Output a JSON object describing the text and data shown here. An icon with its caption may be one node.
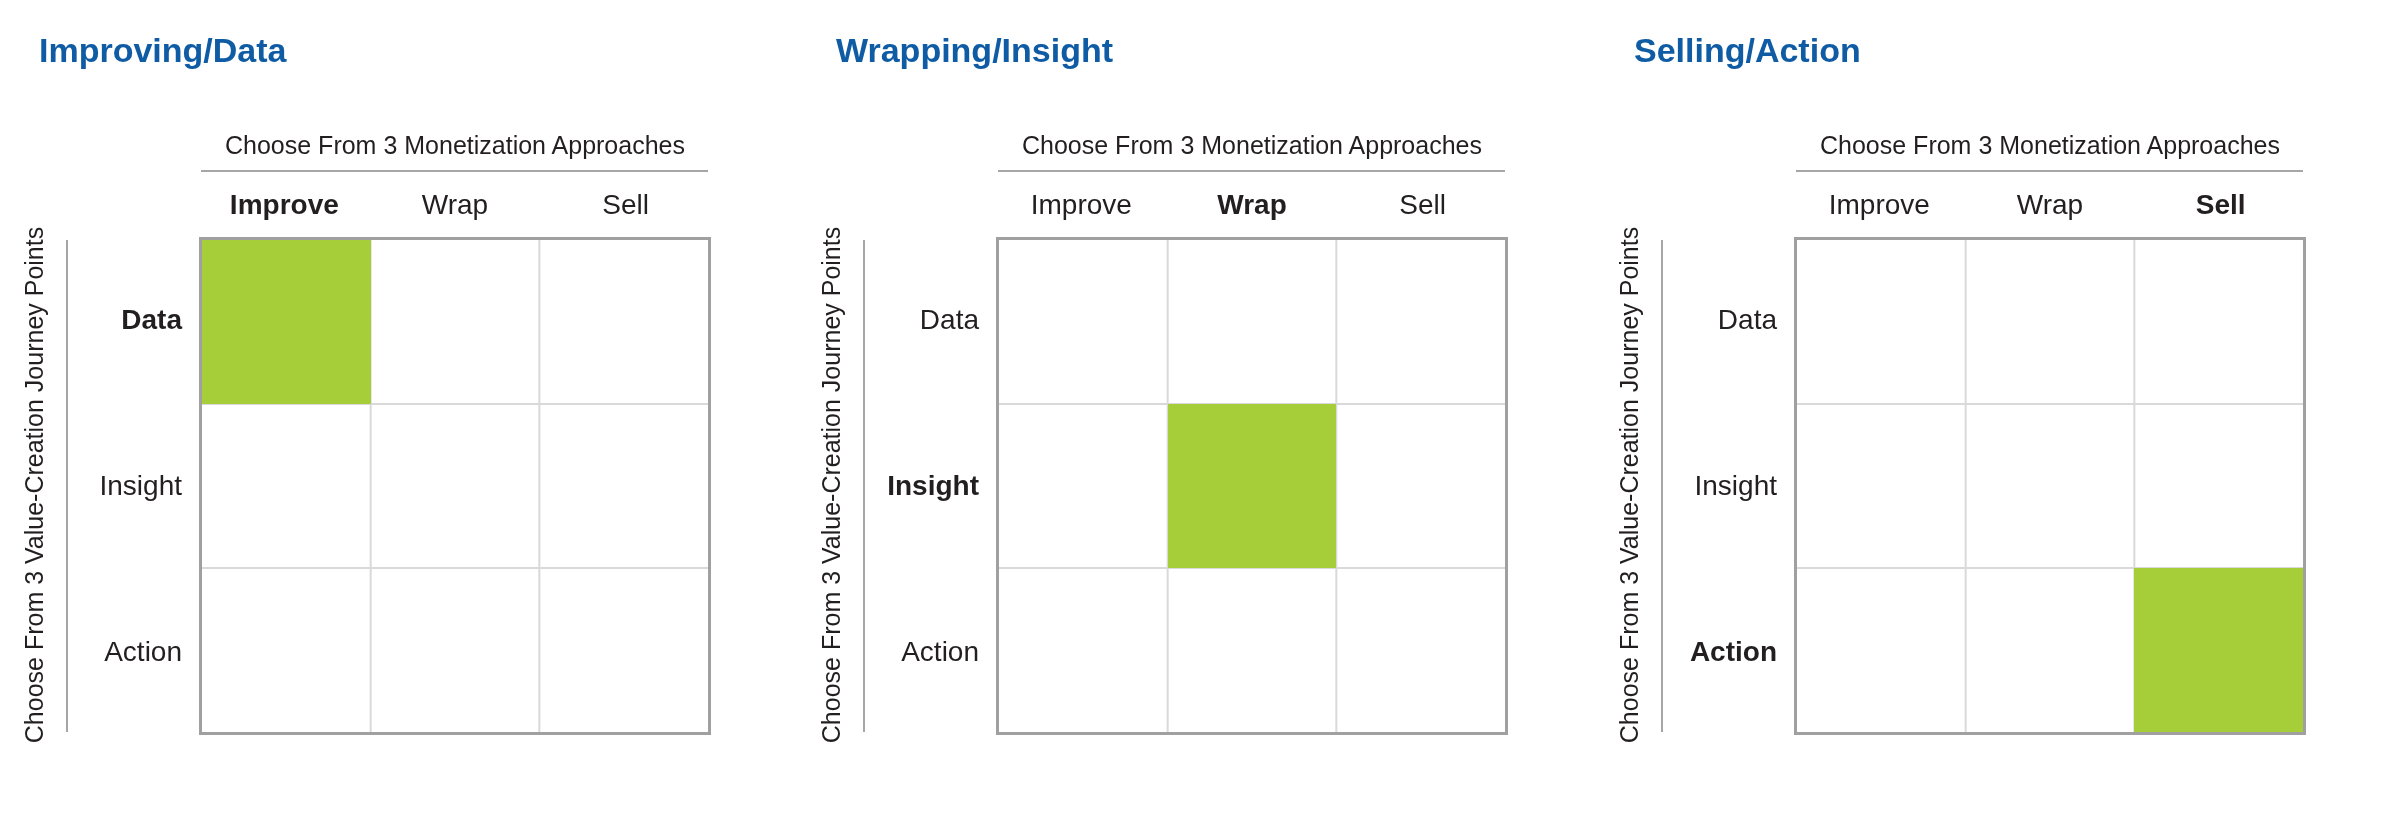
{
  "diagram": {
    "nodes": [
      {
        "text": [],
        "shape": "grid"
      },
      {
        "text": [],
        "shape": "box",
        "in": 0
      },
      {
        "text": [],
        "shape": "grid"
      },
      {
        "text": [],
        "shape": "box",
        "in": 2
      },
      {
        "text": [],
        "shape": "grid"
      },
      {
        "text": [],
        "shape": "box",
        "in": 4
      }
    ],
    "labels": [
      "Improving/Data",
      "Choose From 3 Monetization Approaches",
      "Improve",
      "Wrap",
      "Sell",
      "Choose From 3 Value-Creation Journey Points",
      "Data",
      "Insight",
      "Action",
      "Wrapping/Insight",
      "Choose From 3 Monetization Approaches",
      "Improve",
      "Wrap",
      "Sell",
      "Choose From 3 Value-Creation Journey Points",
      "Data",
      "Insight",
      "Action",
      "Selling/Action",
      "Choose From 3 Monetization Approaches",
      "Improve",
      "Wrap",
      "Sell",
      "Choose From 3 Value-Creation Journey Points",
      "Data",
      "Insight",
      "Action"
    ]
  }
}
